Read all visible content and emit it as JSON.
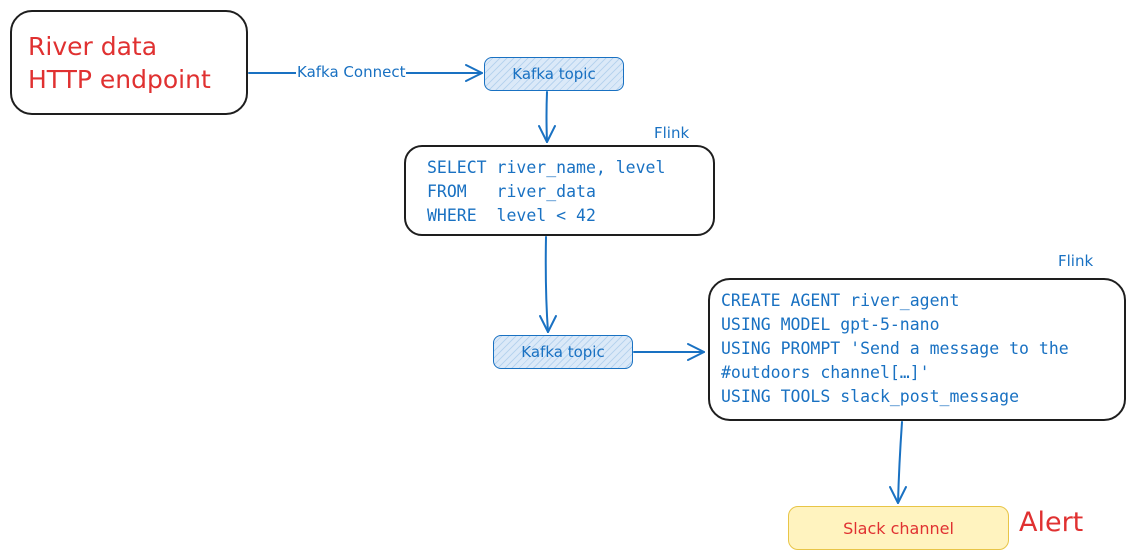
{
  "source": {
    "lines": [
      "River data",
      "HTTP endpoint"
    ]
  },
  "connector_label": "Kafka Connect",
  "topic_1": {
    "label": "Kafka topic"
  },
  "topic_2": {
    "label": "Kafka topic"
  },
  "flink_sql": {
    "engine_label": "Flink",
    "lines": [
      "SELECT river_name, level",
      "FROM   river_data",
      "WHERE  level < 42"
    ]
  },
  "flink_agent": {
    "engine_label": "Flink",
    "lines": [
      "CREATE AGENT river_agent",
      "USING MODEL gpt-5-nano",
      "USING PROMPT 'Send a message to the",
      "#outdoors channel[…]'",
      "USING TOOLS slack_post_message"
    ]
  },
  "sink": {
    "label": "Slack channel"
  },
  "alert_label": "Alert",
  "colors": {
    "red": "#e03131",
    "blue": "#1971c2",
    "ink": "#1e1e1e",
    "topic_fill": "#dbe9f8",
    "sink_fill": "#fff3bf"
  }
}
